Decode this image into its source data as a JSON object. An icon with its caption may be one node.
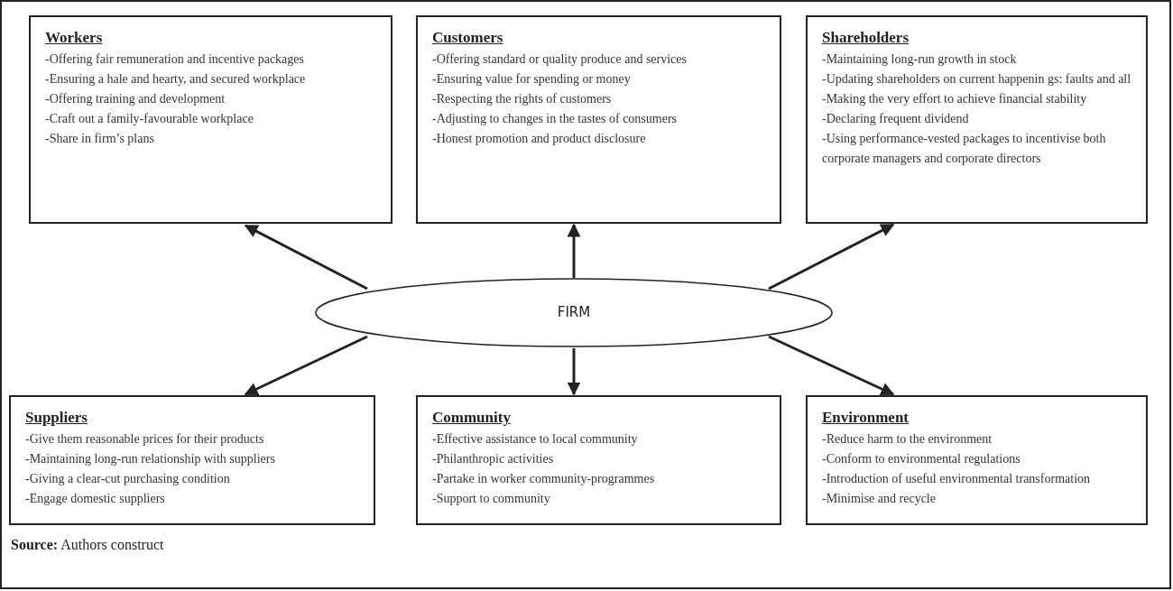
{
  "diagram": {
    "nodes": [
      {
        "text": [
          "Workers",
          "-Offering fair remuneration and incentive packages",
          "-Ensuring a hale and hearty, and secured workplace",
          "-Offering training and development",
          "-Craft out a family-favourable workplace",
          "-Share in firm’s plans"
        ]
      },
      {
        "text": [
          "Customers",
          "-Offering standard or quality produce and services",
          "-Ensuring value for spending or money",
          "-Respecting the rights of customers",
          "-Adjusting to changes in the tastes of consumers",
          "-Honest promotion and product disclosure"
        ]
      },
      {
        "text": [
          "Shareholders",
          "-Maintaining long-run growth in stock",
          "-Updating shareholders on current happenin gs: faults and all",
          "-Making the very effort to achieve financial stability",
          "-Declaring frequent dividend",
          "-Using performance-vested packages to incentivise both corporate managers and corporate directors"
        ]
      },
      {
        "text": [
          "FIRM"
        ]
      },
      {
        "text": [
          "Suppliers",
          "-Give them reasonable prices for their products",
          "-Maintaining long-run relationship with suppliers",
          "-Giving a clear-cut purchasing condition",
          "-Engage domestic suppliers"
        ]
      },
      {
        "text": [
          "Community",
          "-Effective assistance to local community",
          "-Philanthropic activities",
          "-Partake in worker community-programmes",
          "-Support to community"
        ]
      },
      {
        "text": [
          "Environment",
          "-Reduce harm to the environment",
          "-Conform to environmental regulations",
          "-Introduction of useful environmental transformation",
          "-Minimise and recycle"
        ]
      }
    ],
    "edges": [
      {
        "from": 3,
        "to": 0,
        "arrow": "to"
      },
      {
        "from": 3,
        "to": 1,
        "arrow": "to"
      },
      {
        "from": 3,
        "to": 2,
        "arrow": "to"
      },
      {
        "from": 3,
        "to": 4,
        "arrow": "to"
      },
      {
        "from": 3,
        "to": 5,
        "arrow": "to"
      },
      {
        "from": 3,
        "to": 6,
        "arrow": "to"
      }
    ],
    "labels": [
      "**Source:** Authors construct"
    ]
  }
}
